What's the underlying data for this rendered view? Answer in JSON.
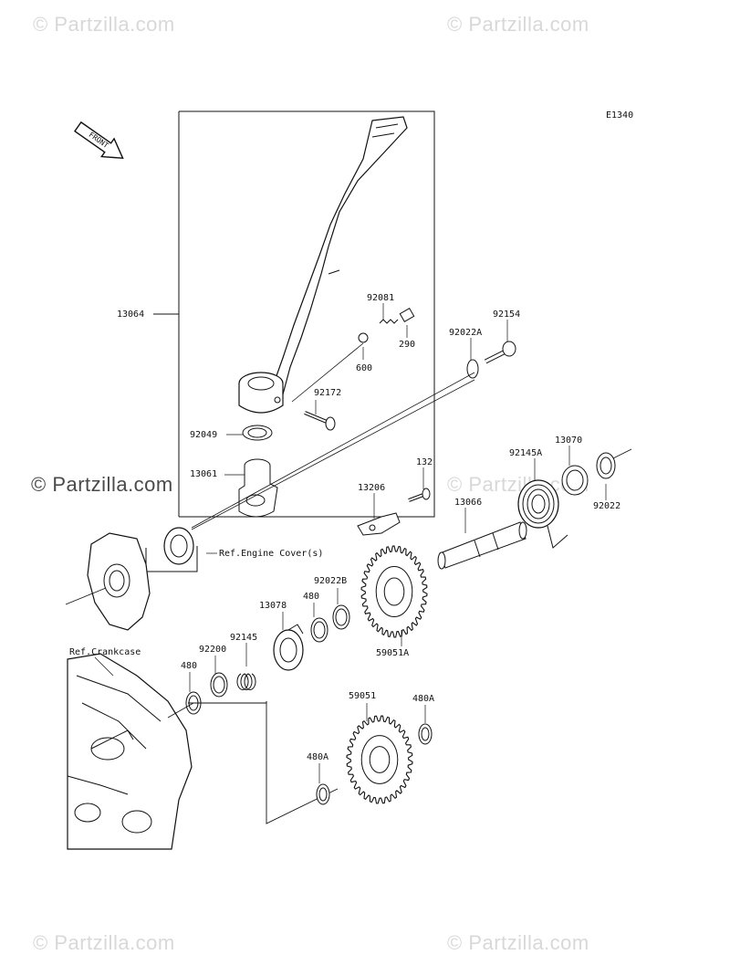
{
  "watermarks": {
    "top_left": "© Partzilla.com",
    "top_right": "© Partzilla.com",
    "middle_left": "© Partzilla.com",
    "middle_right": "© Partzilla.com",
    "bottom_left": "© Partzilla.com",
    "bottom_right": "© Partzilla.com"
  },
  "diagram_code": "E1340",
  "front_arrow_label": "FRONT",
  "ref_labels": {
    "engine_cover": "Ref.Engine Cover(s)",
    "crankcase": "Ref.Crankcase"
  },
  "parts": {
    "p13064": "13064",
    "p92081": "92081",
    "p290": "290",
    "p600": "600",
    "p92154": "92154",
    "p92022A": "92022A",
    "p92172": "92172",
    "p92049": "92049",
    "p13061": "13061",
    "p132": "132",
    "p13206": "13206",
    "p13070": "13070",
    "p92145A": "92145A",
    "p13066": "13066",
    "p92022": "92022",
    "p92022B": "92022B",
    "p480_top": "480",
    "p13078": "13078",
    "p92145": "92145",
    "p92200": "92200",
    "p480_left": "480",
    "p59051A": "59051A",
    "p59051": "59051",
    "p480A_right": "480A",
    "p480A_left": "480A"
  }
}
